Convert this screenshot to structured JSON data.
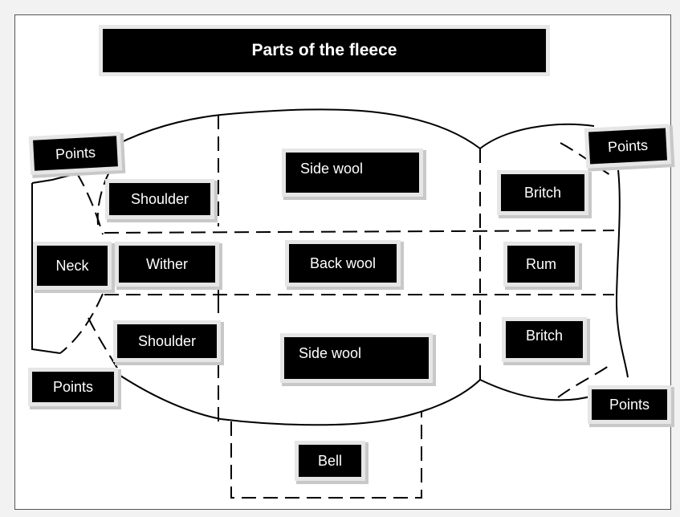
{
  "title": "Parts of the fleece",
  "parts": {
    "points_top_left": "Points",
    "points_top_right": "Points",
    "points_bottom_left": "Points",
    "points_bottom_right": "Points",
    "shoulder_top": "Shoulder",
    "shoulder_bottom": "Shoulder",
    "side_wool_top": "Side wool",
    "side_wool_bottom": "Side wool",
    "britch_top": "Britch",
    "britch_bottom": "Britch",
    "neck": "Neck",
    "wither": "Wither",
    "back_wool": "Back wool",
    "rum": "Rum",
    "bell": "Bell"
  },
  "colors": {
    "label_background": "#000000",
    "label_text": "#ffffff",
    "outline": "#000000"
  }
}
